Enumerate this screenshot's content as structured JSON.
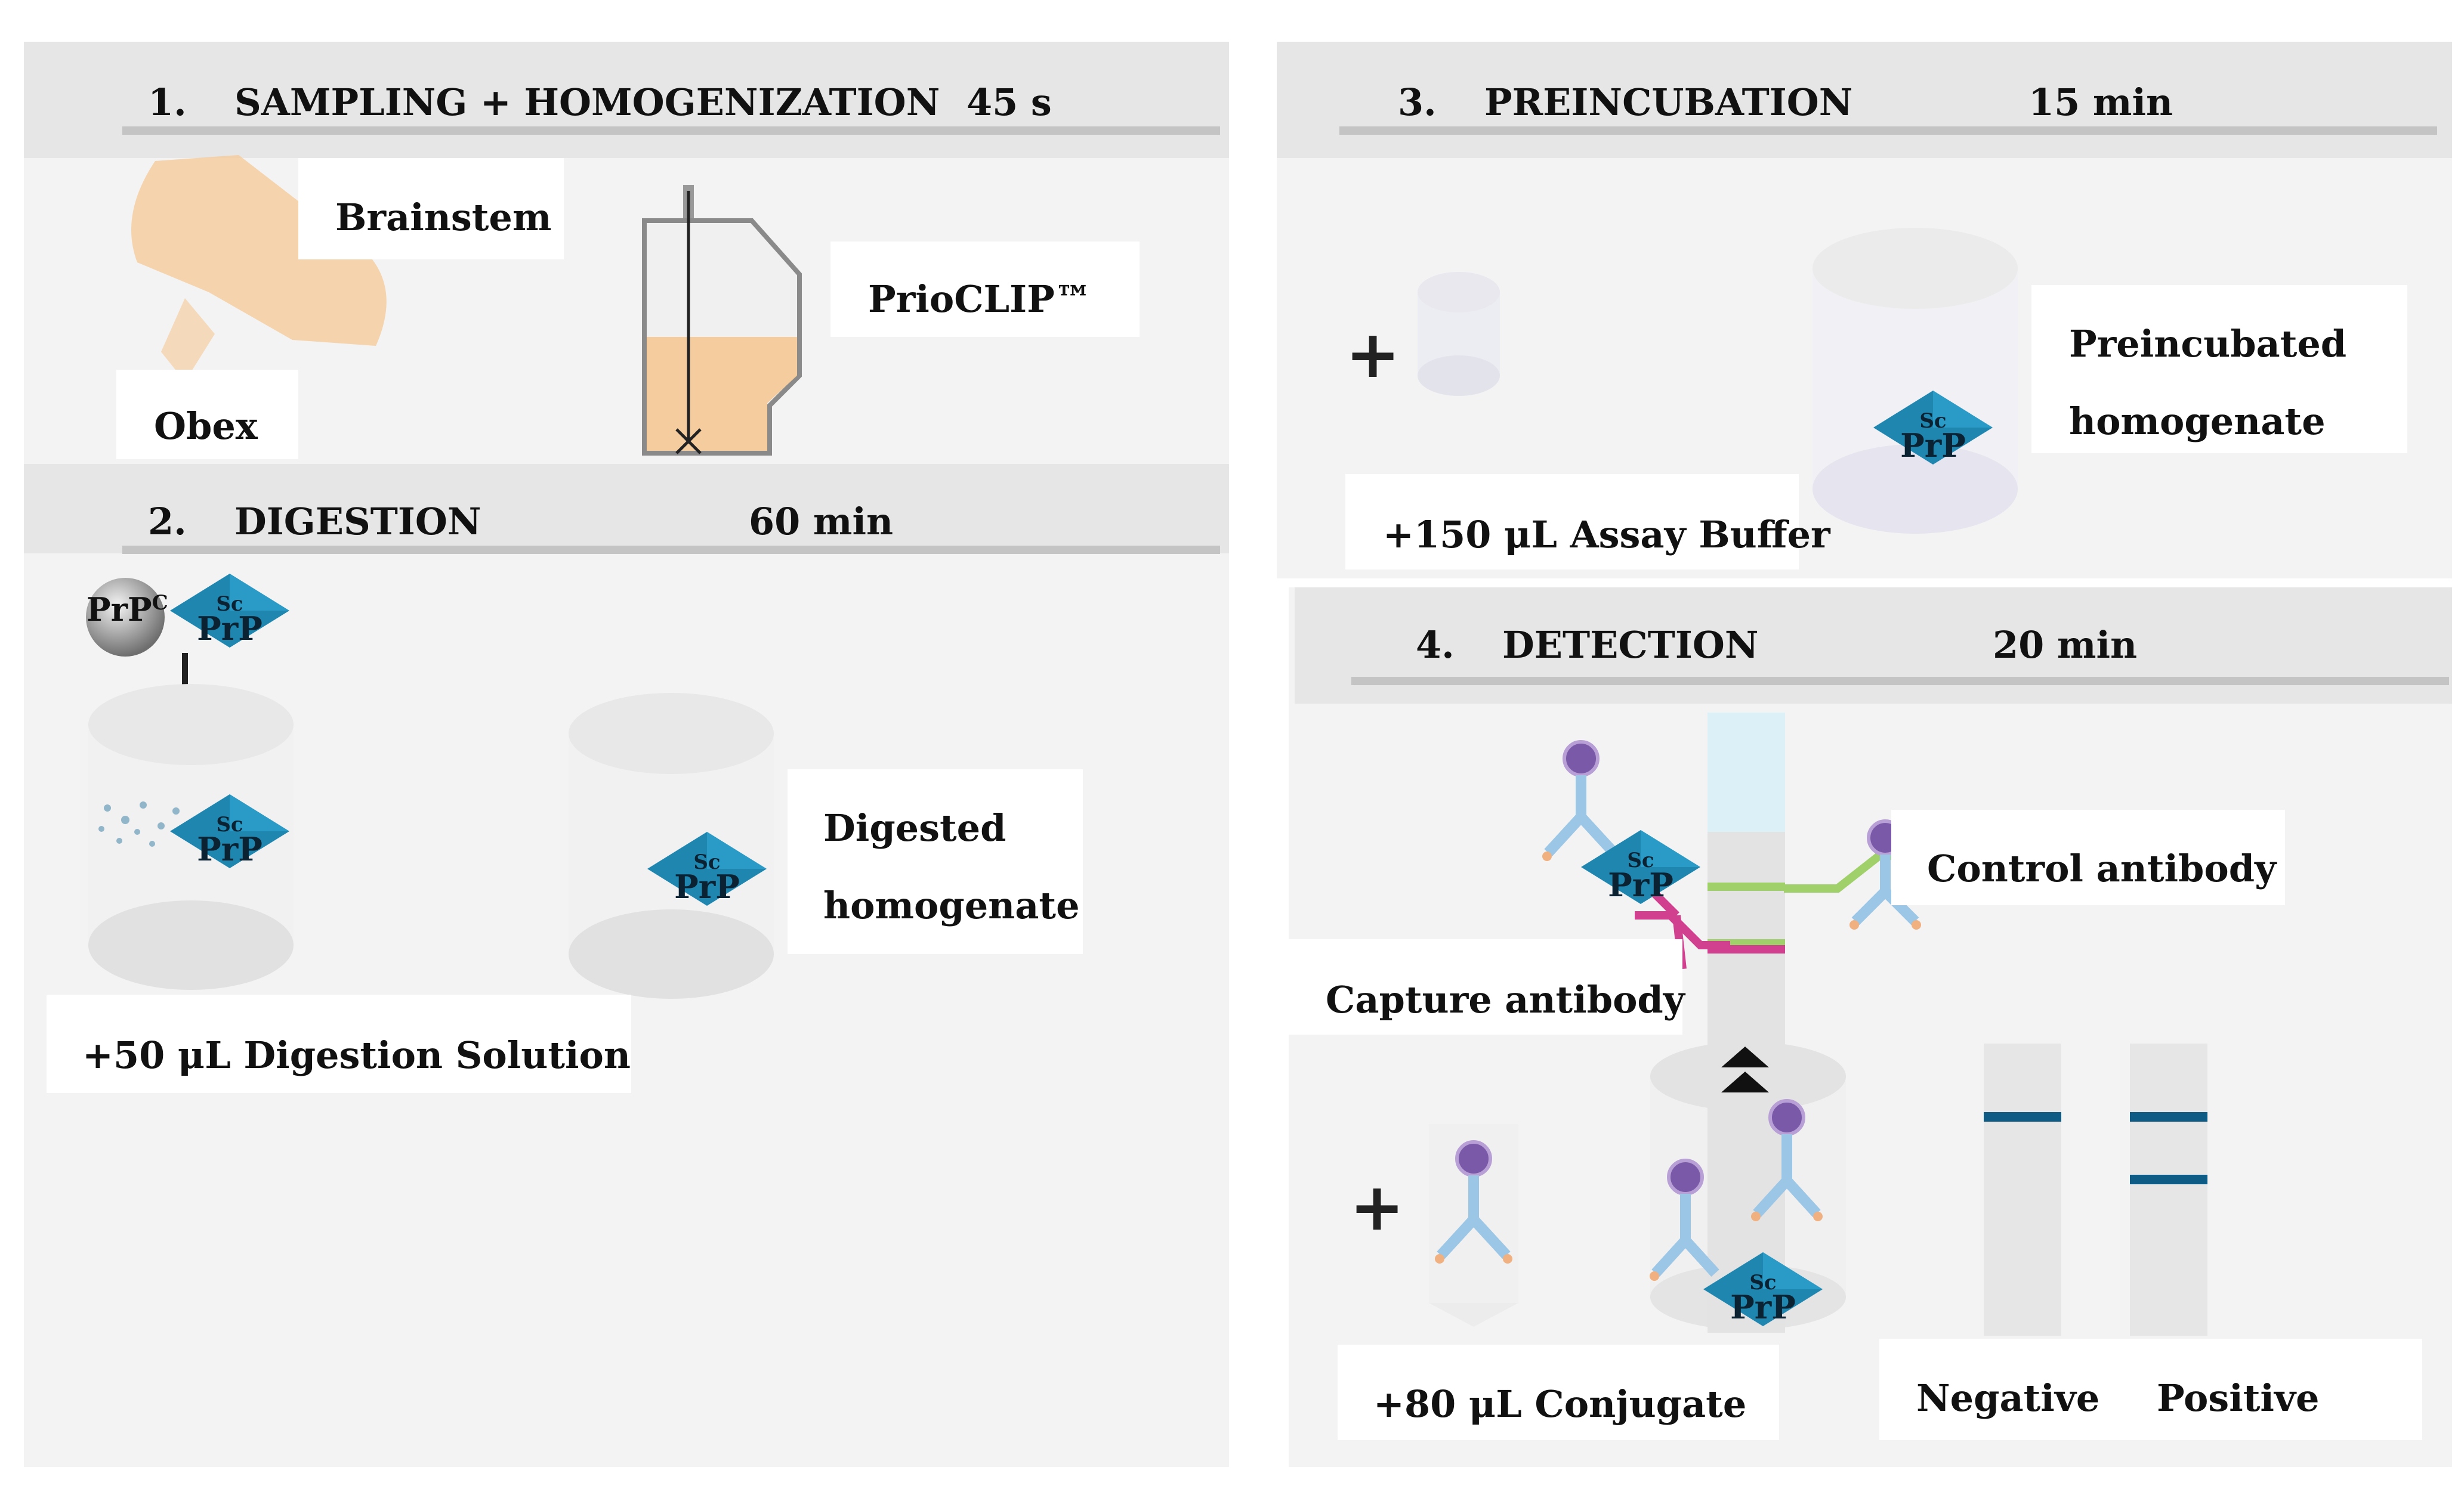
{
  "steps": [
    {
      "number": "1.",
      "title": "SAMPLING + HOMOGENIZATION",
      "duration": "45 s"
    },
    {
      "number": "2.",
      "title": "DIGESTION",
      "duration": "60 min"
    },
    {
      "number": "3.",
      "title": "PREINCUBATION",
      "duration": "15  min"
    },
    {
      "number": "4.",
      "title": "DETECTION",
      "duration": "20  min"
    }
  ],
  "labels": {
    "brainstem": "Brainstem",
    "obex": "Obex",
    "prioclip": "PrioCLIP™",
    "digested_line1": "Digested",
    "digested_line2": "homogenate",
    "digestion_solution": "+50 μL Digestion Solution",
    "preincubated_line1": "Preincubated",
    "preincubated_line2": "homogenate",
    "assay_buffer": "+150 μL Assay Buffer",
    "control_antibody": "Control antibody",
    "capture_antibody": "Capture antibody",
    "conjugate": "+80 μL Conjugate",
    "negative": "Negative",
    "positive": "Positive",
    "plus": "+"
  },
  "molecules": {
    "prp_base": "PrP",
    "prpc_sup": "C",
    "prpsc_sup": "Sc"
  },
  "colors": {
    "diamond": "#1f86b0",
    "diamond_dark": "#0f5f82",
    "antibody": "#9bc6e6",
    "conjugate_ball": "#7a5aa8",
    "capture_arm": "#d0408f",
    "control_arm": "#9fd06a",
    "strip_band": "#0e5b86",
    "tissue": "#f5c894"
  },
  "icons": [
    "down-arrow-icon",
    "double-chevron-up-icon",
    "plus-icon"
  ]
}
